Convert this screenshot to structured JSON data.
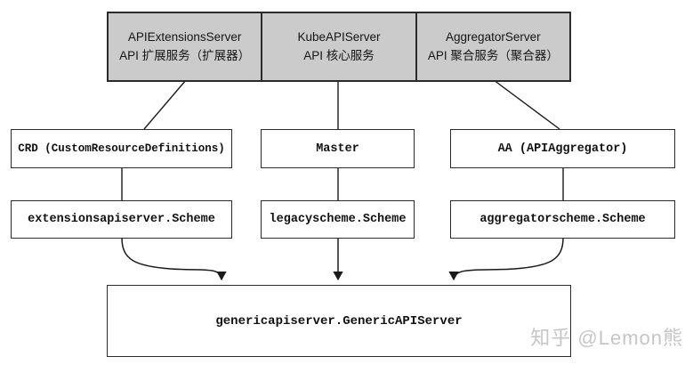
{
  "diagram": {
    "header_row": [
      {
        "title": "APIExtensionsServer",
        "subtitle": "API 扩展服务（扩展器）"
      },
      {
        "title": "KubeAPIServer",
        "subtitle": "API 核心服务"
      },
      {
        "title": "AggregatorServer",
        "subtitle": "API 聚合服务（聚合器）"
      }
    ],
    "middle_row": {
      "crd": "CRD (CustomResourceDefinitions)",
      "master": "Master",
      "aa": "AA (APIAggregator)"
    },
    "scheme_row": {
      "extensions": "extensionsapiserver.Scheme",
      "legacy": "legacyscheme.Scheme",
      "aggregator": "aggregatorscheme.Scheme"
    },
    "bottom_box": "genericapiserver.GenericAPIServer",
    "colors": {
      "header_fill": "#cbcbcb",
      "box_border": "#2b2b2b",
      "connector": "#1a1a1a",
      "watermark": "#c6c6c6"
    }
  },
  "watermark": "知乎 @Lemon熊"
}
